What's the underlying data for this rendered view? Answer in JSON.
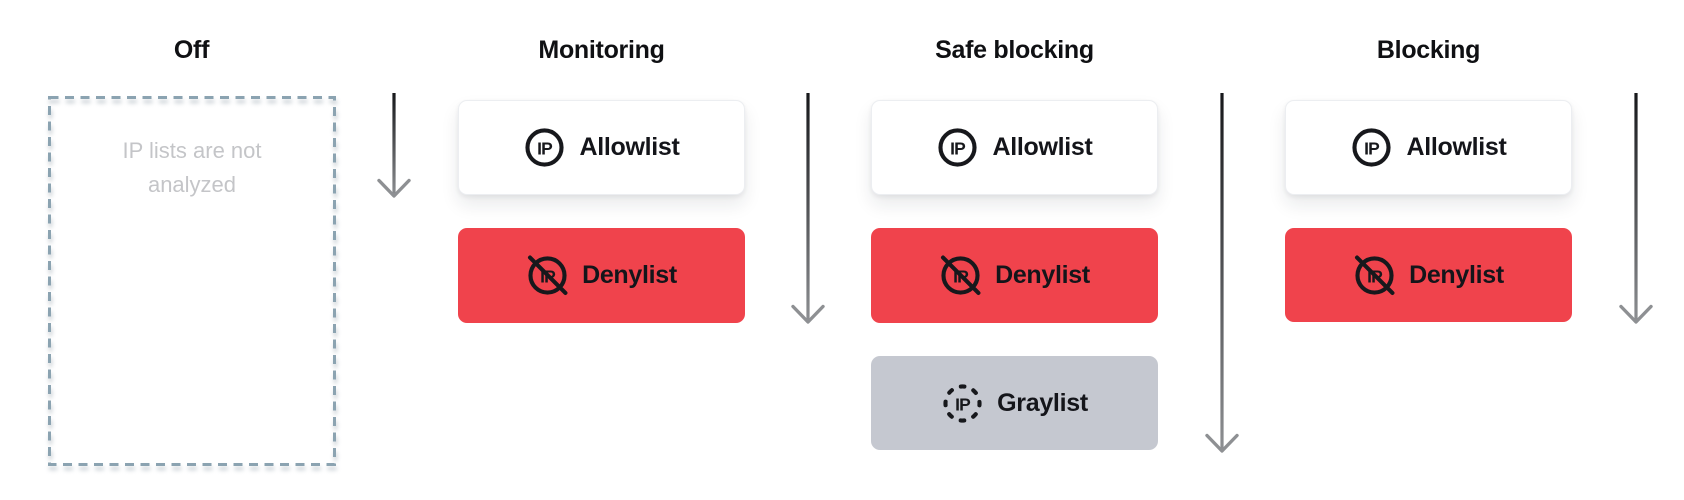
{
  "diagram": {
    "icon_text": "IP",
    "columns": [
      {
        "title": "Off",
        "note": "IP lists are not analyzed",
        "cards": []
      },
      {
        "title": "Monitoring",
        "cards": [
          {
            "label": "Allowlist",
            "icon": "ip-circle-icon",
            "bg": "#FFFFFF"
          },
          {
            "label": "Denylist",
            "icon": "ip-blocked-icon",
            "bg": "#F0434C"
          }
        ]
      },
      {
        "title": "Safe blocking",
        "cards": [
          {
            "label": "Allowlist",
            "icon": "ip-circle-icon",
            "bg": "#FFFFFF"
          },
          {
            "label": "Denylist",
            "icon": "ip-blocked-icon",
            "bg": "#F0434C"
          },
          {
            "label": "Graylist",
            "icon": "ip-dashed-circle-icon",
            "bg": "#C5C8D0"
          }
        ]
      },
      {
        "title": "Blocking",
        "cards": [
          {
            "label": "Allowlist",
            "icon": "ip-circle-icon",
            "bg": "#FFFFFF"
          },
          {
            "label": "Denylist",
            "icon": "ip-blocked-icon",
            "bg": "#F0434C"
          }
        ]
      }
    ],
    "arrows": [
      {
        "between": "Off and Monitoring",
        "direction": "down"
      },
      {
        "between": "Monitoring and Safe blocking",
        "direction": "down"
      },
      {
        "between": "Safe blocking and Blocking",
        "direction": "down"
      },
      {
        "between": "after Blocking",
        "direction": "down"
      }
    ],
    "colors": {
      "allowlist_bg": "#FFFFFF",
      "denylist_bg": "#F0434C",
      "graylist_bg": "#C5C8D0",
      "off_box_border": "#8BA3B1",
      "note_text": "#C4C5C8",
      "card_text": "#14151A",
      "title_text": "#0F1013",
      "arrow_top": "#17181B",
      "arrow_bottom": "#8E9093"
    }
  }
}
